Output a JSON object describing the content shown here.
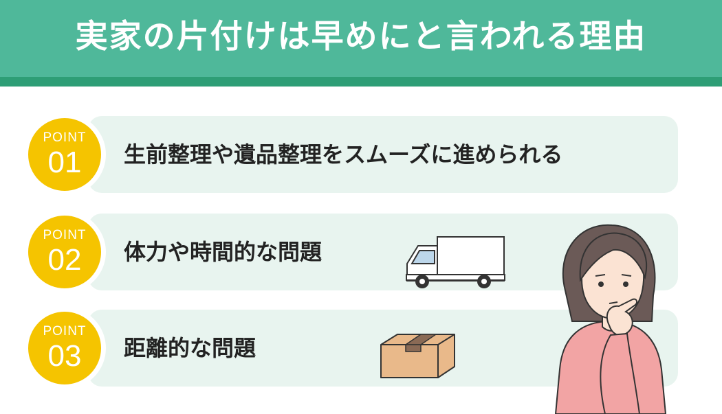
{
  "title": "実家の片付けは早めにと言われる理由",
  "points": [
    {
      "label": "POINT",
      "number": "01",
      "text": "生前整理や遺品整理をスムーズに進められる"
    },
    {
      "label": "POINT",
      "number": "02",
      "text": "体力や時間的な問題"
    },
    {
      "label": "POINT",
      "number": "03",
      "text": "距離的な問題"
    }
  ],
  "colors": {
    "header": "#4fb89a",
    "header_strip": "#2e9e76",
    "row_background": "#e8f4ef",
    "badge": "#f5c400"
  },
  "illustrations": [
    "truck-icon",
    "cardboard-box-icon",
    "thinking-woman-illustration"
  ]
}
